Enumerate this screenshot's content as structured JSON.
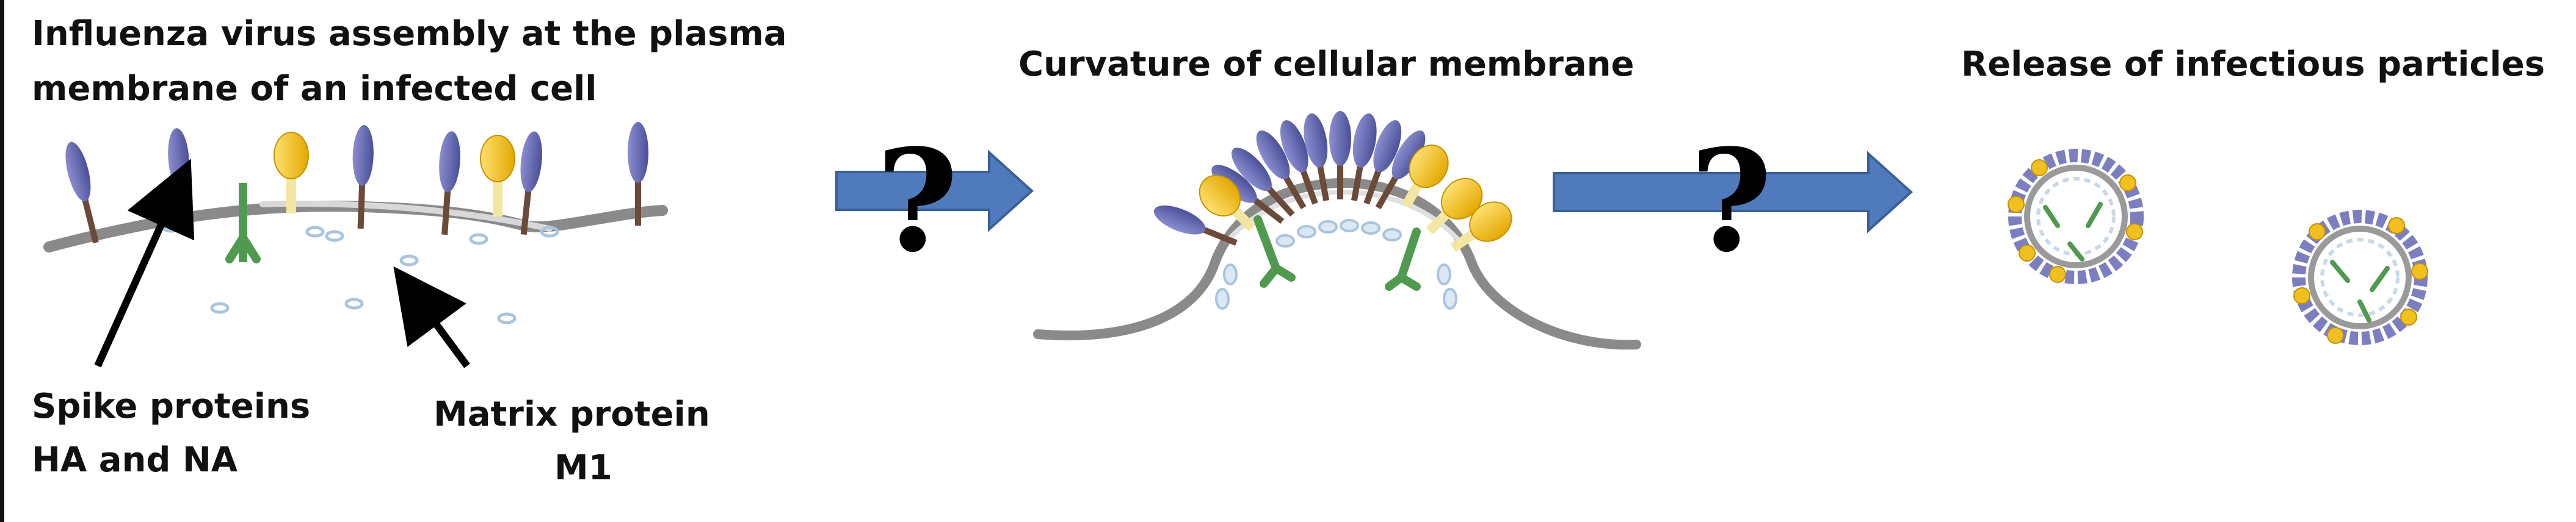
{
  "titles": {
    "panel1_line1": "Influenza virus assembly at the plasma",
    "panel1_line2": "membrane of an infected cell",
    "panel2": "Curvature of cellular membrane",
    "panel3": "Release of infectious particles"
  },
  "labels": {
    "spike_line1": "Spike proteins",
    "spike_line2": "HA and NA",
    "matrix_line1": "Matrix protein",
    "matrix_line2": "M1"
  },
  "arrows": {
    "unknown_step_1": "?",
    "unknown_step_2": "?"
  },
  "colors": {
    "na_spike": "#6b6fb5",
    "ha_spike": "#f0c020",
    "m2_channel": "#4f9a4f",
    "matrix_m1": "#a9c4dd",
    "membrane": "#8a8a8a",
    "process_arrow": "#4f7bbd"
  }
}
